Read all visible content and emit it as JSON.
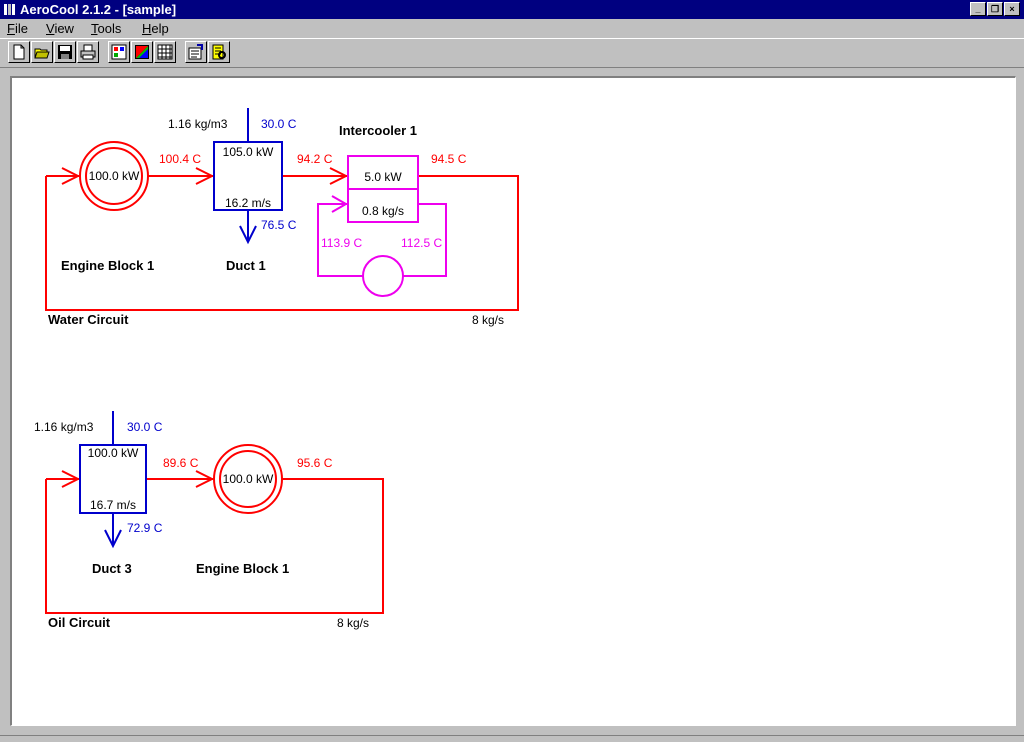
{
  "window": {
    "title": "AeroCool 2.1.2 - [sample]"
  },
  "menu": [
    {
      "accel": "F",
      "rest": "ile"
    },
    {
      "accel": "V",
      "rest": "iew"
    },
    {
      "accel": "T",
      "rest": "ools"
    },
    {
      "accel": "H",
      "rest": "elp"
    }
  ],
  "water": {
    "circuit_label": "Water Circuit",
    "flow": "8 kg/s",
    "engine": {
      "name": "Engine Block 1",
      "power": "100.0 kW",
      "out_temp": "100.4 C"
    },
    "duct": {
      "name": "Duct 1",
      "density": "1.16 kg/m3",
      "air_in": "30.0 C",
      "power": "105.0 kW",
      "velocity": "16.2 m/s",
      "air_out": "76.5 C",
      "out_temp": "94.2 C"
    },
    "intercooler": {
      "name": "Intercooler 1",
      "power": "5.0 kW",
      "flow": "0.8 kg/s",
      "out_temp": "94.5 C",
      "loop_left": "113.9 C",
      "loop_right": "112.5 C"
    }
  },
  "oil": {
    "circuit_label": "Oil Circuit",
    "flow": "8 kg/s",
    "duct": {
      "name": "Duct 3",
      "density": "1.16 kg/m3",
      "air_in": "30.0 C",
      "power": "100.0 kW",
      "velocity": "16.7 m/s",
      "air_out": "72.9 C",
      "out_temp": "89.6 C"
    },
    "engine": {
      "name": "Engine Block 1",
      "power": "100.0 kW",
      "out_temp": "95.6 C"
    }
  },
  "colors": {
    "water": "#ff0000",
    "air": "#0000cc",
    "intercooler": "#ee00ee",
    "title_bar": "#000080"
  }
}
